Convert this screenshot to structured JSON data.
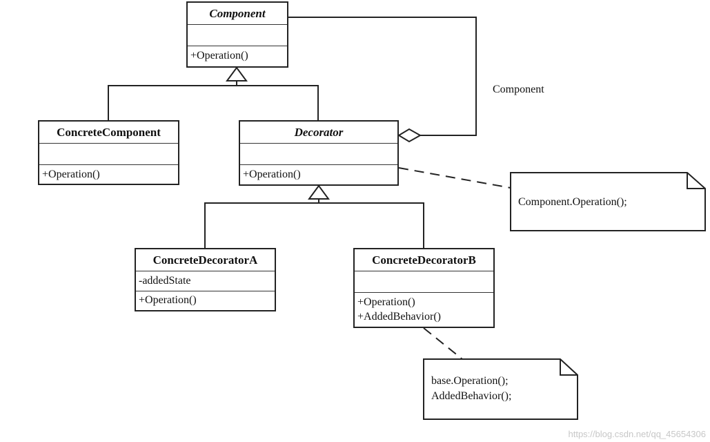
{
  "classes": {
    "component": {
      "name": "Component",
      "attributes": [],
      "operations": [
        "+Operation()"
      ]
    },
    "concrete_component": {
      "name": "ConcreteComponent",
      "attributes": [],
      "operations": [
        "+Operation()"
      ]
    },
    "decorator": {
      "name": "Decorator",
      "attributes": [],
      "operations": [
        "+Operation()"
      ]
    },
    "concrete_decorator_a": {
      "name": "ConcreteDecoratorA",
      "attributes": [
        "-addedState"
      ],
      "operations": [
        "+Operation()"
      ]
    },
    "concrete_decorator_b": {
      "name": "ConcreteDecoratorB",
      "attributes": [],
      "operations": [
        "+Operation()",
        "+AddedBehavior()"
      ]
    }
  },
  "association_label": "Component",
  "notes": {
    "decorator_note": [
      "Component.Operation();"
    ],
    "decorator_b_note": [
      "base.Operation();",
      "AddedBehavior();"
    ]
  },
  "watermark": "https://blog.csdn.net/qq_45654306"
}
